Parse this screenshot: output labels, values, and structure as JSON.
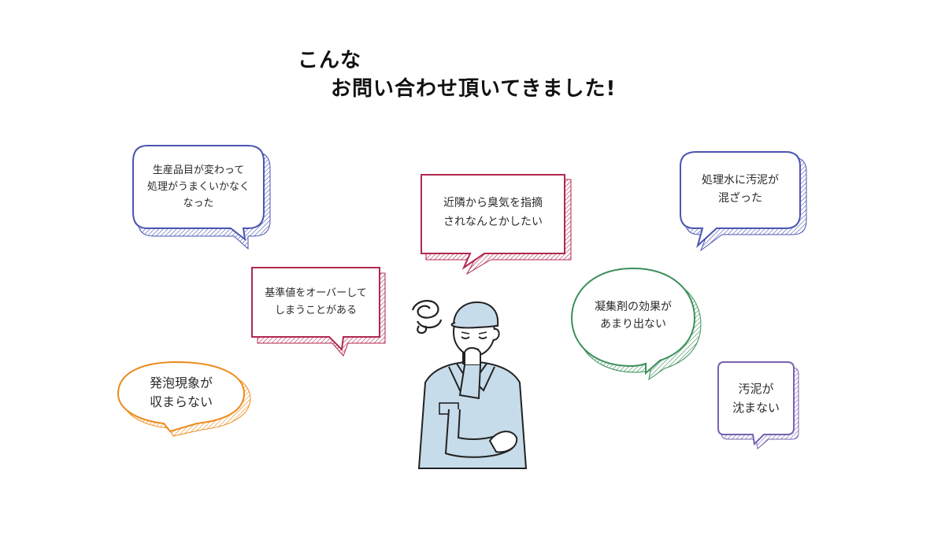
{
  "heading": {
    "line1": "こんな",
    "line2": "お問い合わせ頂いてきました!"
  },
  "bubbles": {
    "product_change": {
      "lines": [
        "生産品目が変わって",
        "処理がうまくいかなく",
        "なった"
      ],
      "color": "#4a55b0"
    },
    "odor": {
      "lines": [
        "近隣から臭気を指摘",
        "されなんとかしたい"
      ],
      "color": "#b0294e"
    },
    "sludge_in_water": {
      "lines": [
        "処理水に汚泥が",
        "混ざった"
      ],
      "color": "#4a55b0"
    },
    "over_standard": {
      "lines": [
        "基準値をオーバーして",
        "しまうことがある"
      ],
      "color": "#b0294e"
    },
    "coagulant": {
      "lines": [
        "凝集剤の効果が",
        "あまり出ない"
      ],
      "color": "#3b8f5a"
    },
    "foaming": {
      "lines": [
        "発泡現象が",
        "収まらない"
      ],
      "color": "#ec8a1c"
    },
    "not_settling": {
      "lines": [
        "汚泥が",
        "沈まない"
      ],
      "color": "#7a62b0"
    }
  }
}
